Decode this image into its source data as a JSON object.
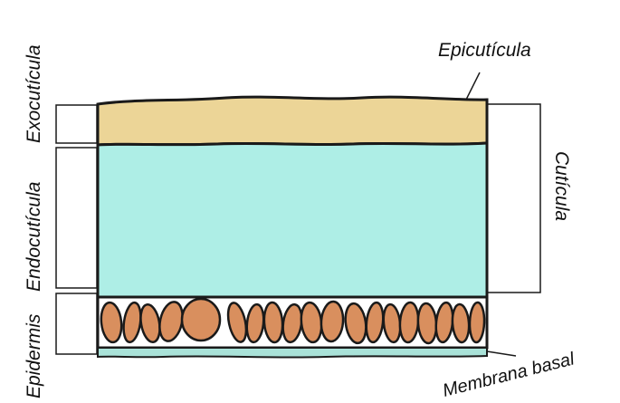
{
  "diagram": {
    "labels": {
      "epicuticula": "Epicutícula",
      "exocuticula": "Exocutícula",
      "endocuticula": "Endocutícula",
      "epidermis": "Epidermis",
      "cuticula": "Cutícula",
      "membrana_basal": "Membrana basal"
    },
    "colors": {
      "exocuticle": "#ecd597",
      "endocuticle": "#aeeee6",
      "epidermis_cells": "#d98f5e",
      "basal_membrane": "#a9e2d8",
      "outline": "#1a1a1a"
    }
  }
}
